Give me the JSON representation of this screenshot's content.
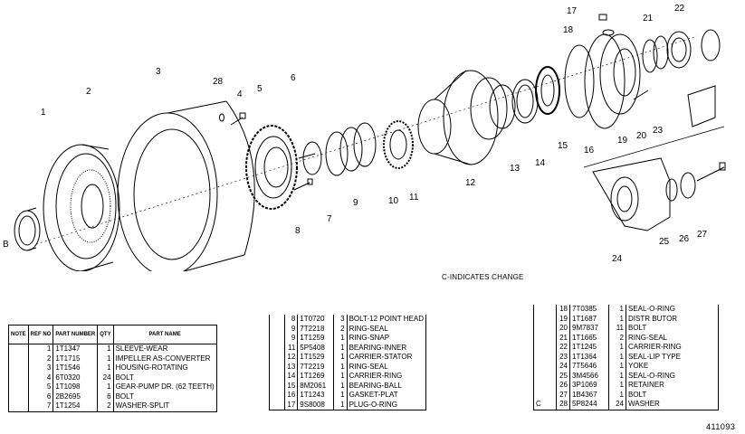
{
  "callouts": [
    "1",
    "2",
    "3",
    "4",
    "5",
    "6",
    "7",
    "8",
    "9",
    "10",
    "11",
    "12",
    "13",
    "14",
    "15",
    "16",
    "17",
    "18",
    "19",
    "20",
    "21",
    "22",
    "23",
    "24",
    "25",
    "26",
    "27",
    "28",
    "B"
  ],
  "caption": "C-INDICATES CHANGE",
  "figure_number": "411093",
  "table1": {
    "headers": [
      "NOTE",
      "REF NO",
      "PART NUMBER",
      "QTY",
      "PART NAME"
    ],
    "rows": [
      {
        "note": "",
        "ref": "1",
        "part": "1T1347",
        "qty": "1",
        "name": "SLEEVE-WEAR"
      },
      {
        "note": "",
        "ref": "2",
        "part": "1T1715",
        "qty": "1",
        "name": "IMPELLER AS-CONVERTER"
      },
      {
        "note": "",
        "ref": "3",
        "part": "1T1546",
        "qty": "1",
        "name": "HOUSING-ROTATING"
      },
      {
        "note": "",
        "ref": "4",
        "part": "6T0320",
        "qty": "24",
        "name": "BOLT"
      },
      {
        "note": "",
        "ref": "5",
        "part": "1T1098",
        "qty": "1",
        "name": "GEAR-PUMP DR. (62 TEETH)"
      },
      {
        "note": "",
        "ref": "6",
        "part": "2B2695",
        "qty": "6",
        "name": "BOLT"
      },
      {
        "note": "",
        "ref": "7",
        "part": "1T1254",
        "qty": "2",
        "name": "WASHER-SPLIT"
      }
    ]
  },
  "table2": {
    "rows": [
      {
        "note": "",
        "ref": "8",
        "part": "1T0720",
        "qty": "3",
        "name": "BOLT-12 POINT HEAD"
      },
      {
        "note": "",
        "ref": "9",
        "part": "7T2218",
        "qty": "2",
        "name": "RING-SEAL"
      },
      {
        "note": "",
        "ref": "9",
        "part": "1T1259",
        "qty": "1",
        "name": "RING-SNAP"
      },
      {
        "note": "",
        "ref": "11",
        "part": "5P5408",
        "qty": "1",
        "name": "BEARING-INNER"
      },
      {
        "note": "",
        "ref": "12",
        "part": "1T1529",
        "qty": "1",
        "name": "CARRIER-STATOR"
      },
      {
        "note": "",
        "ref": "13",
        "part": "7T2219",
        "qty": "1",
        "name": "RING-SEAL"
      },
      {
        "note": "",
        "ref": "14",
        "part": "1T1269",
        "qty": "1",
        "name": "CARRIER-RING"
      },
      {
        "note": "",
        "ref": "15",
        "part": "8M2061",
        "qty": "1",
        "name": "BEARING-BALL"
      },
      {
        "note": "",
        "ref": "16",
        "part": "1T1243",
        "qty": "1",
        "name": "GASKET-PLAT"
      },
      {
        "note": "",
        "ref": "17",
        "part": "9S8008",
        "qty": "1",
        "name": "PLUG-O-RING"
      }
    ]
  },
  "table3": {
    "rows": [
      {
        "note": "",
        "ref": "18",
        "part": "7T0385",
        "qty": "1",
        "name": "SEAL-O-RING"
      },
      {
        "note": "",
        "ref": "19",
        "part": "1T1687",
        "qty": "1",
        "name": "DISTR BUTOR"
      },
      {
        "note": "",
        "ref": "20",
        "part": "9M7837",
        "qty": "11",
        "name": "BOLT"
      },
      {
        "note": "",
        "ref": "21",
        "part": "1T1665",
        "qty": "2",
        "name": "RING-SEAL"
      },
      {
        "note": "",
        "ref": "22",
        "part": "1T1245",
        "qty": "1",
        "name": "CARRIER-RING"
      },
      {
        "note": "",
        "ref": "23",
        "part": "1T1364",
        "qty": "1",
        "name": "SEAL-LIP TYPE"
      },
      {
        "note": "",
        "ref": "24",
        "part": "7T5646",
        "qty": "1",
        "name": "YOKE"
      },
      {
        "note": "",
        "ref": "25",
        "part": "3M4566",
        "qty": "1",
        "name": "SEAL-O-RING"
      },
      {
        "note": "",
        "ref": "26",
        "part": "3P1069",
        "qty": "1",
        "name": "RETAINER"
      },
      {
        "note": "",
        "ref": "27",
        "part": "1B4367",
        "qty": "1",
        "name": "BOLT"
      },
      {
        "note": "C",
        "ref": "28",
        "part": "5P8244",
        "qty": "24",
        "name": "WASHER"
      }
    ]
  }
}
